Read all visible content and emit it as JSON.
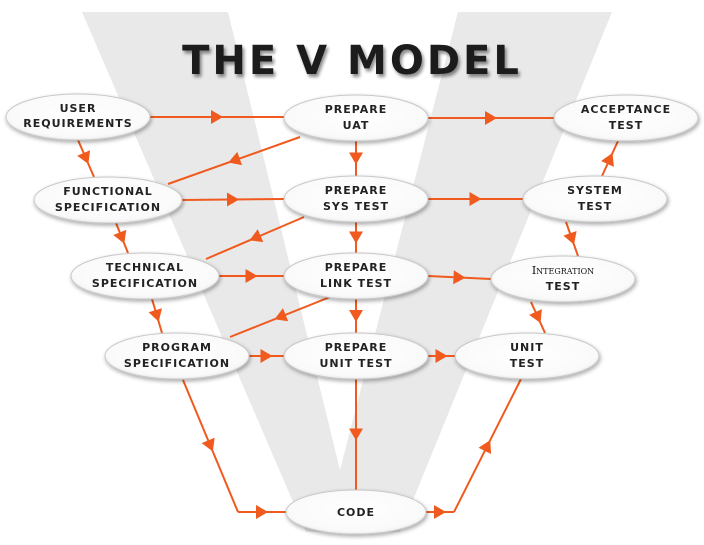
{
  "title": "THE V MODEL",
  "colors": {
    "arrow": "#f05a1e",
    "ellipse_stroke": "#c8c8c8",
    "background_v": "#e6e6e6"
  },
  "nodes": {
    "user_requirements": [
      "USER",
      "REQUIREMENTS"
    ],
    "functional_specification": [
      "FUNCTIONAL",
      "SPECIFICATION"
    ],
    "technical_specification": [
      "TECHNICAL",
      "SPECIFICATION"
    ],
    "program_specification": [
      "PROGRAM",
      "SPECIFICATION"
    ],
    "prepare_uat": [
      "PREPARE",
      "UAT"
    ],
    "prepare_sys_test": [
      "PREPARE",
      "SYS TEST"
    ],
    "prepare_link_test": [
      "PREPARE",
      "LINK TEST"
    ],
    "prepare_unit_test": [
      "PREPARE",
      "UNIT TEST"
    ],
    "code": [
      "CODE"
    ],
    "acceptance_test": [
      "ACCEPTANCE",
      "TEST"
    ],
    "system_test": [
      "SYSTEM",
      "TEST"
    ],
    "integration_test": [
      "Integration",
      "TEST"
    ],
    "unit_test": [
      "UNIT",
      "TEST"
    ]
  }
}
